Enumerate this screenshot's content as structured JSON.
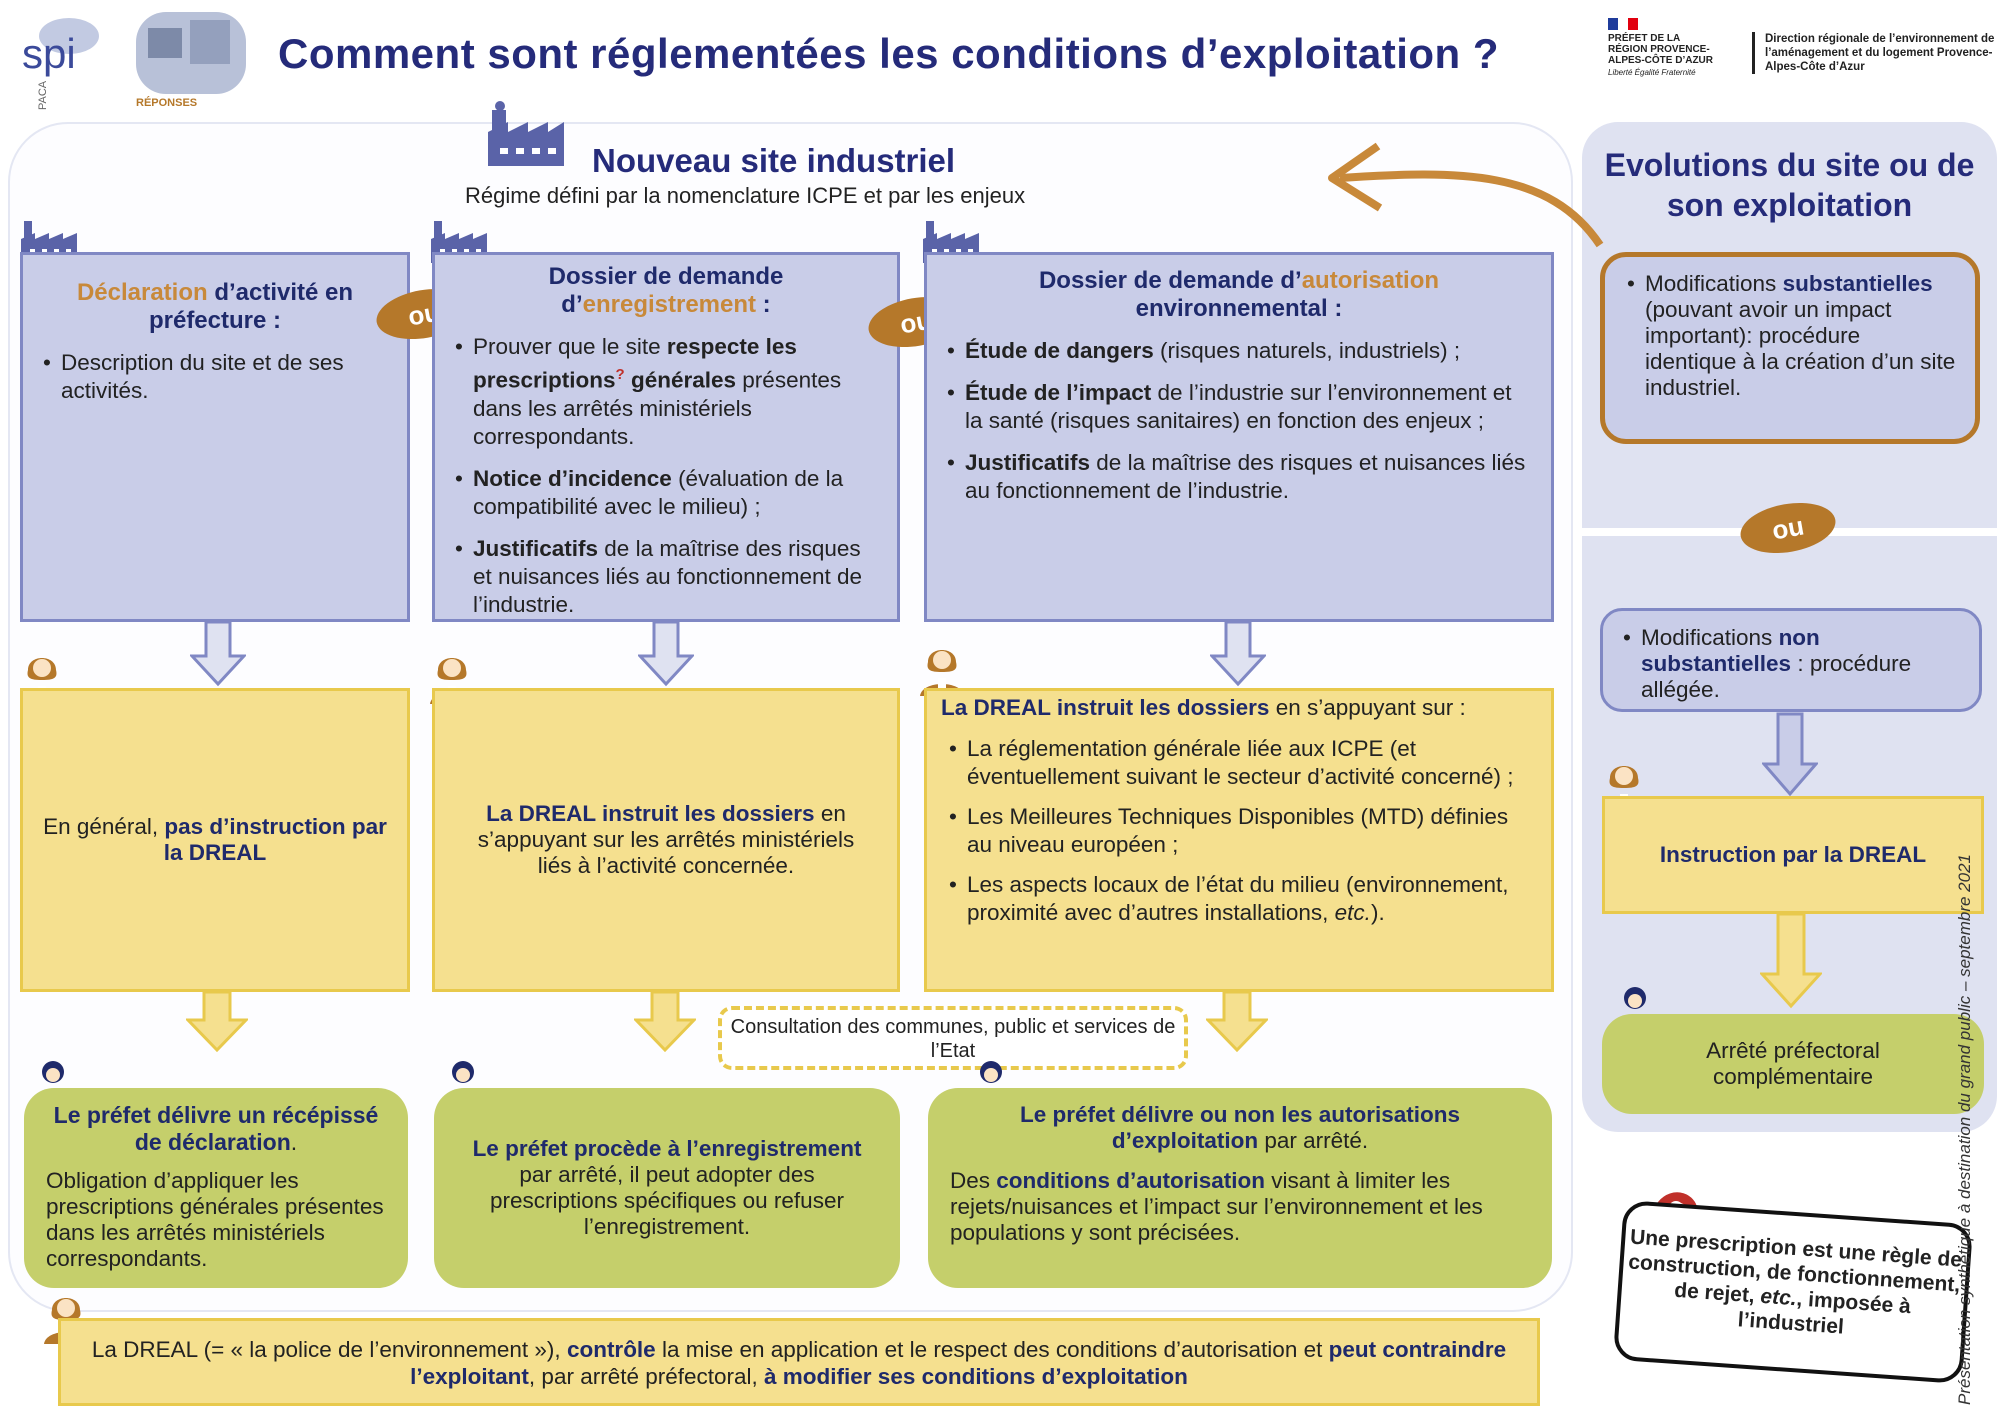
{
  "header": {
    "title": "Comment sont réglementées les conditions d’exploitation ?",
    "logo_spi": "spi",
    "logo_spi_region": "PACA",
    "logo_reponses": "RÉPONSES",
    "prefet": "PRÉFET DE LA RÉGION PROVENCE-ALPES-CÔTE D’AZUR",
    "devise": "Liberté Égalité Fraternité",
    "dreal": "Direction régionale de l’environnement de l’aménagement et du logement Provence-Alpes-Côte d’Azur"
  },
  "main": {
    "site_title": "Nouveau site industriel",
    "site_subtitle": "Régime défini par la nomenclature ICPE et par les enjeux",
    "ou": "ou",
    "col1": {
      "head_a": "Déclaration",
      "head_b": " d’activité en préfecture :",
      "item1": "Description du site et de ses activités.",
      "instruction_a": "En général, ",
      "instruction_b": "pas d’instruction par la DREAL",
      "prefet_a": "Le préfet délivre un récépissé de déclaration",
      "prefet_b": ".",
      "prefet_detail": "Obligation d’appliquer les prescriptions générales présentes dans les arrêtés ministériels correspondants."
    },
    "col2": {
      "head_a": "Dossier de demande d’",
      "head_b": "enregistrement",
      "head_c": " :",
      "item1_a": "Prouver que le site ",
      "item1_b": "respecte les prescriptions",
      "item1_mark": "?",
      "item1_c": " générales",
      "item1_d": " présentes dans les arrêtés ministériels correspondants.",
      "item2_a": "Notice d’incidence",
      "item2_b": " (évaluation de la compatibilité avec le milieu) ;",
      "item3_a": "Justificatifs",
      "item3_b": " de la maîtrise des risques et nuisances liés au fonctionnement de l’industrie.",
      "instruction_a": "La DREAL instruit les dossiers",
      "instruction_b": " en s’appuyant sur les arrêtés ministériels liés à l’activité concernée.",
      "prefet_a": "Le préfet procède à l’enregistrement",
      "prefet_b": " par arrêté, il peut adopter des prescriptions spécifiques ou refuser l’enregistrement."
    },
    "col3": {
      "head_a": "Dossier de demande d’",
      "head_b": "autorisation",
      "head_c": " environnemental :",
      "item1_a": "Étude de dangers",
      "item1_b": " (risques naturels, industriels) ;",
      "item2_a": "Étude de l’impact",
      "item2_b": " de l’industrie sur l’environnement et la santé (risques sanitaires) en fonction des enjeux ;",
      "item3_a": "Justificatifs",
      "item3_b": " de la maîtrise des risques et nuisances liés au fonctionnement de l’industrie.",
      "instruction_head_a": "La DREAL instruit les dossiers",
      "instruction_head_b": " en s’appuyant sur :",
      "instr1": "La réglementation générale liée aux ICPE (et éventuellement suivant le secteur d’activité concerné) ;",
      "instr2": "Les Meilleures Techniques Disponibles (MTD) définies au niveau européen ;",
      "instr3_a": "Les aspects locaux de l’état du milieu (environnement, proximité avec d’autres installations, ",
      "instr3_b": "etc.",
      "instr3_c": ").",
      "prefet_a": "Le préfet délivre ou non les autorisations d’exploitation",
      "prefet_b": " par arrêté.",
      "prefet_detail_a": "Des ",
      "prefet_detail_b": "conditions d’autorisation",
      "prefet_detail_c": " visant à limiter les rejets/nuisances et l’impact sur l’environnement et les populations y sont précisées."
    },
    "consultation": "Consultation des communes, public et services de l’Etat",
    "bottom_a": "La DREAL (= « la police de l’environnement »), ",
    "bottom_b": "contrôle",
    "bottom_c": " la mise en application et le respect des conditions d’autorisation et ",
    "bottom_d": "peut contraindre l’exploitant",
    "bottom_e": ", par arrêté préfectoral, ",
    "bottom_f": "à modifier ses conditions d’exploitation"
  },
  "evolutions": {
    "title": "Evolutions du site ou de son exploitation",
    "subst_a": "Modifications ",
    "subst_b": "substantielles",
    "subst_c": " (pouvant avoir un impact important): procédure identique à la création d’un site industriel.",
    "ou": "ou",
    "non_a": "Modifications ",
    "non_b": "non substantielles",
    "non_c": " : procédure allégée.",
    "instruction": "Instruction par la DREAL",
    "arrete": "Arrêté préfectoral complémentaire"
  },
  "note": {
    "a": "Une prescription est une règle de construction, de fonctionnement, de rejet, ",
    "b": "etc.",
    "c": ", imposée à l’industriel"
  },
  "side_caption": "Présentation synthétique à destination du grand public – septembre 2021",
  "colors": {
    "navy": "#252b7a",
    "gold": "#c8893a",
    "blue_box": "#c9cde8",
    "yellow_box": "#f5e08f",
    "green_box": "#c5cf6b",
    "ou_pill": "#b5782a"
  },
  "icons": [
    "factory-icon",
    "dreal-agent-icon",
    "prefect-icon",
    "arrow-down-icon",
    "arrow-curved-icon",
    "warning-person-icon"
  ]
}
